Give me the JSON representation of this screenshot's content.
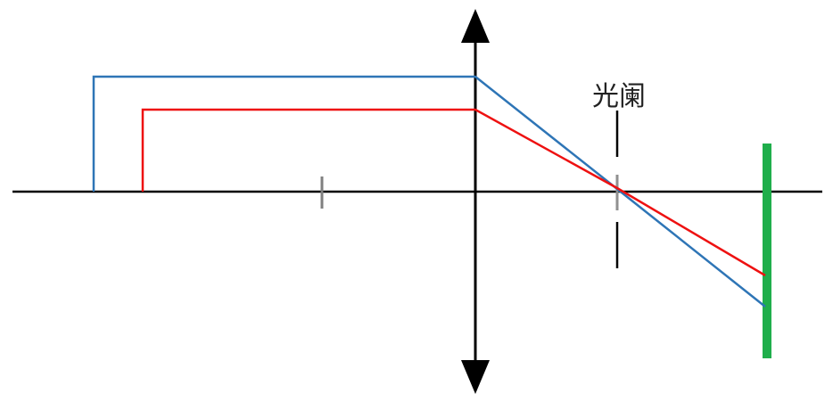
{
  "diagram": {
    "aperture_label": "光阑",
    "colors": {
      "axis": "#000000",
      "tick": "#808080",
      "ray_outer": "#2e75b6",
      "ray_inner": "#ee1111",
      "sensor": "#1fae4b",
      "aperture": "#000000"
    },
    "elements": [
      "optical-axis",
      "lens-arrow",
      "focal-tick",
      "aperture-stop",
      "ray-outer",
      "ray-inner",
      "image-plane"
    ]
  }
}
